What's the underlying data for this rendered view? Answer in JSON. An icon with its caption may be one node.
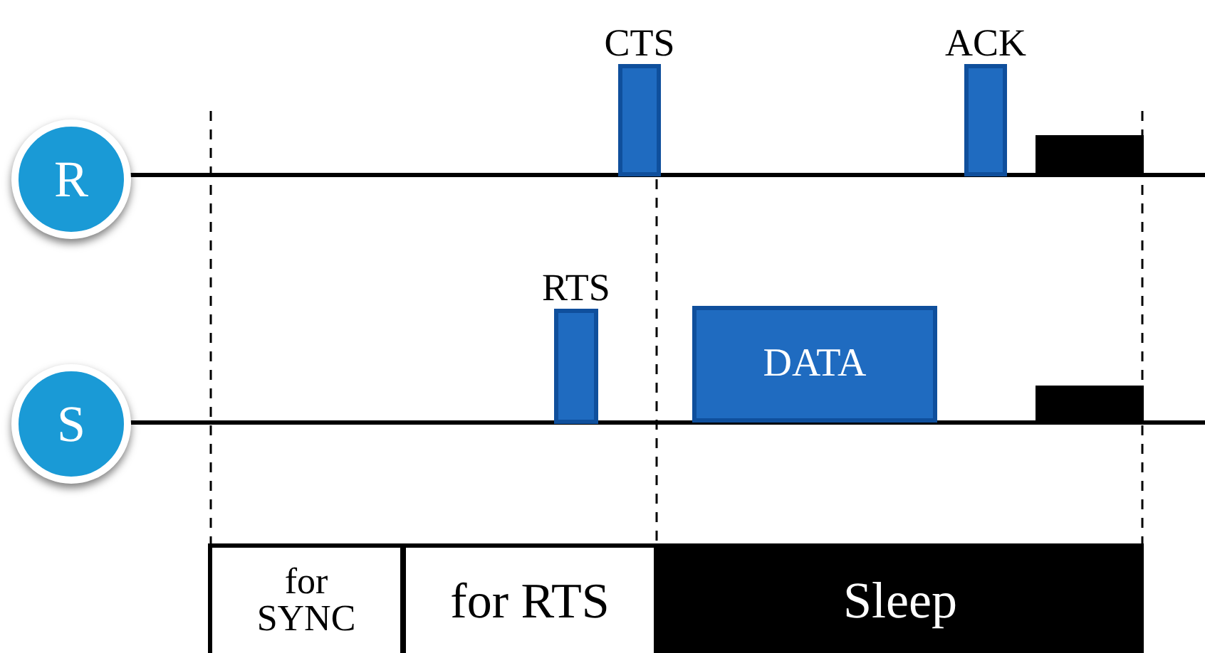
{
  "diagram": {
    "nodes": [
      {
        "text": [
          "CTS"
        ]
      },
      {
        "text": [
          "ACK"
        ]
      },
      {
        "text": [],
        "shape": "bar"
      },
      {
        "text": [
          "R"
        ]
      },
      {
        "text": [
          "RTS"
        ]
      },
      {
        "text": [
          "DATA"
        ]
      },
      {
        "text": [],
        "shape": "bar"
      },
      {
        "text": [
          "S"
        ]
      },
      {
        "text": [
          "for SYNC"
        ]
      },
      {
        "text": [
          "for RTS"
        ]
      },
      {
        "text": [
          "Sleep"
        ]
      }
    ]
  }
}
